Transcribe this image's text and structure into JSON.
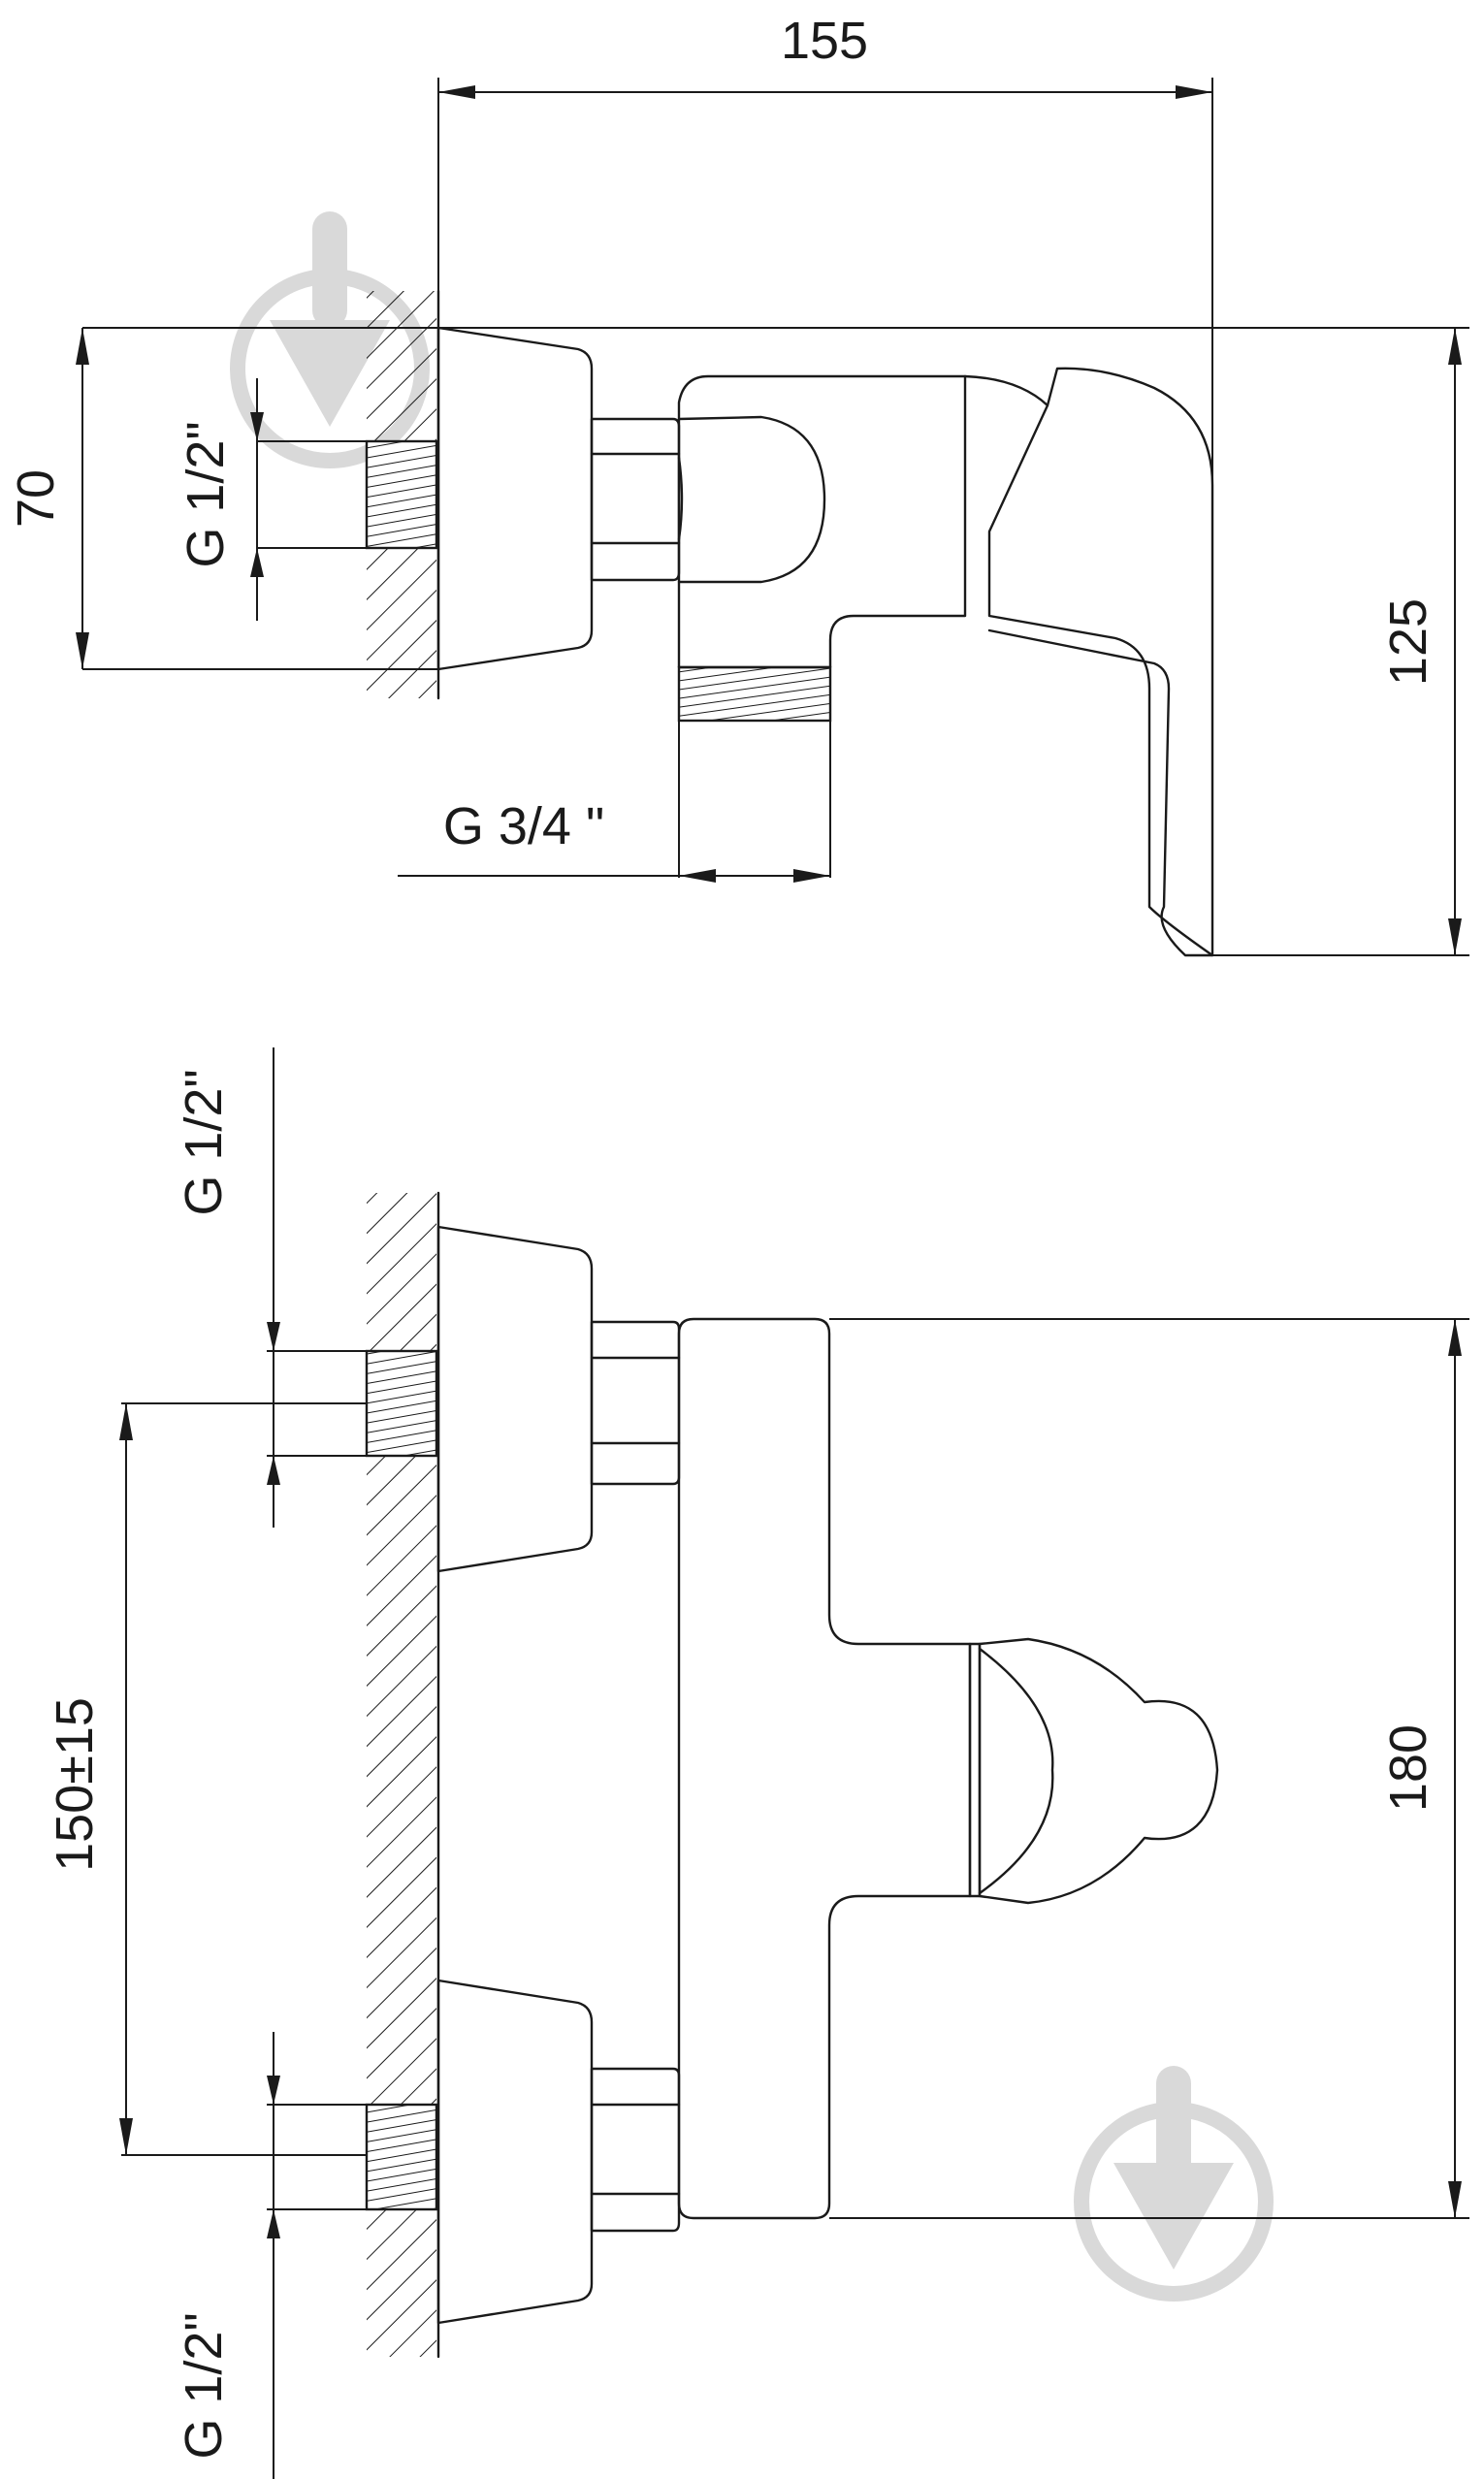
{
  "drawing": {
    "top_view": {
      "width_label": "155",
      "depth_label": "70",
      "height_label": "125",
      "inlet_thread_label": "G 1/2\"",
      "outlet_thread_label": "G 3/4 \""
    },
    "front_view": {
      "upper_inlet_label": "G 1/2\"",
      "lower_inlet_label": "G 1/2\"",
      "spacing_label": "150±15",
      "height_label": "180"
    }
  },
  "watermark": {
    "icon": "brand-shield-icon",
    "color": "#d9d9d9"
  }
}
